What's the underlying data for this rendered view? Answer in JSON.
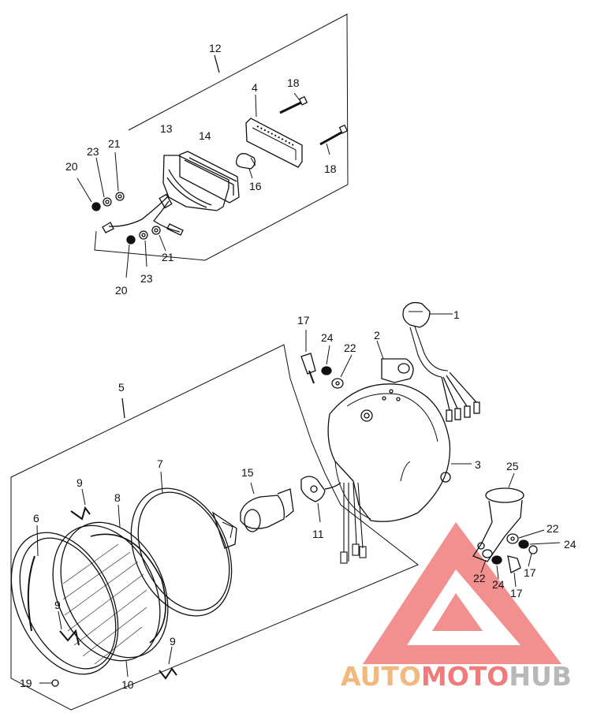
{
  "diagram": {
    "callouts": {
      "c1": "1",
      "c2": "2",
      "c3": "3",
      "c4": "4",
      "c5": "5",
      "c6": "6",
      "c7": "7",
      "c8": "8",
      "c9a": "9",
      "c9b": "9",
      "c9c": "9",
      "c10": "10",
      "c11": "11",
      "c12": "12",
      "c13": "13",
      "c14": "14",
      "c15": "15",
      "c16": "16",
      "c17a": "17",
      "c17b": "17",
      "c17c": "17",
      "c18a": "18",
      "c18b": "18",
      "c19": "19",
      "c20a": "20",
      "c20b": "20",
      "c21a": "21",
      "c21b": "21",
      "c22a": "22",
      "c22b": "22",
      "c22c": "22",
      "c23a": "23",
      "c23b": "23",
      "c24a": "24",
      "c24b": "24",
      "c24c": "24",
      "c25": "25"
    }
  },
  "watermark": {
    "part1": "AUTO",
    "part2": "MOTO",
    "part3": "HUB",
    "colors": {
      "orange": "#f2b97e",
      "red": "#f07b7b",
      "gray": "#b8b8b8"
    }
  }
}
